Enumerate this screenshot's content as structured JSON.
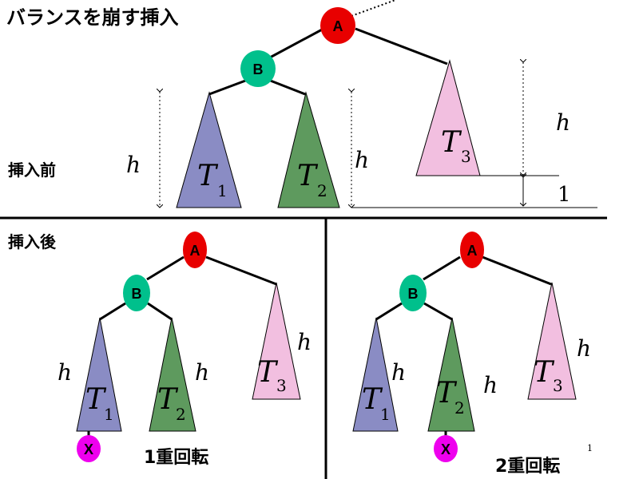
{
  "title": "バランスを崩す挿入",
  "labels": {
    "before": "挿入前",
    "after": "挿入後",
    "single_rotation": "1重回転",
    "double_rotation": "2重回転",
    "page_number": "1"
  },
  "nodes": {
    "a": "A",
    "b": "B",
    "x": "X"
  },
  "height_symbol": "h",
  "one": "1",
  "trees": {
    "t1": "1",
    "t2": "2",
    "t3": "3"
  },
  "tree_base": "T",
  "colors": {
    "node_a": "#e80000",
    "node_b": "#00c08c",
    "node_x": "#ee00ee",
    "t1": "#8a8cc4",
    "t2": "#5e9a5e",
    "t3": "#f2bfe0"
  }
}
